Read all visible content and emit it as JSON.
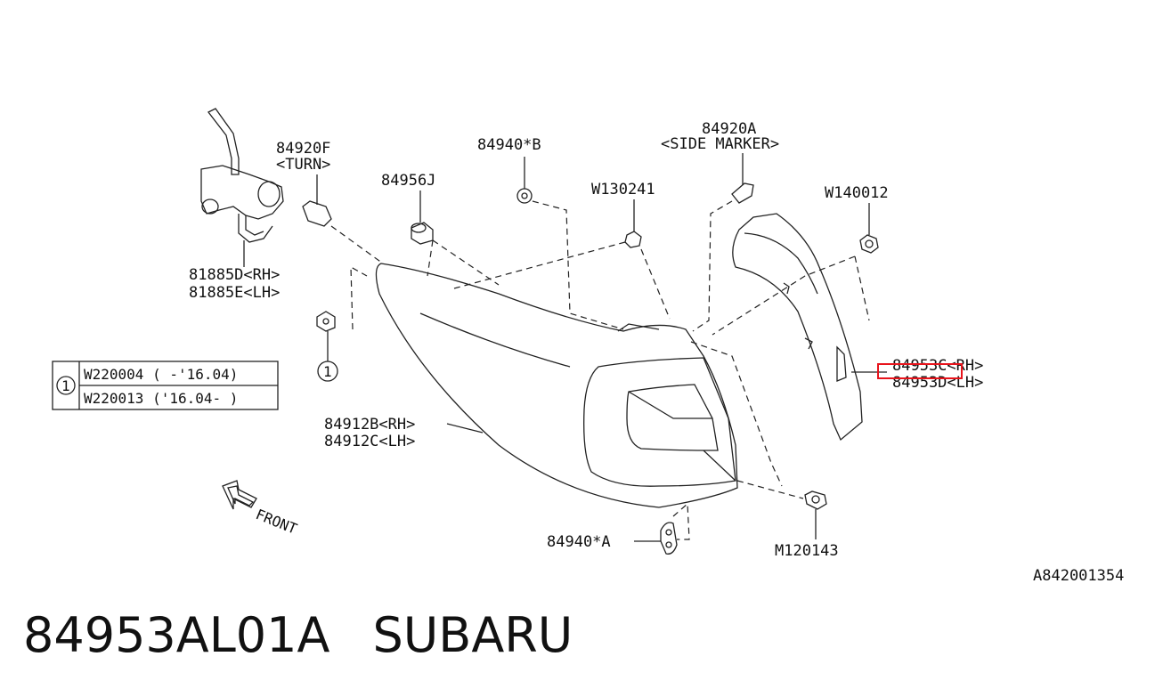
{
  "labels": {
    "p84920F": "84920F",
    "turn": "<TURN>",
    "p84956J": "84956J",
    "p84940B": "84940*B",
    "w130241": "W130241",
    "p84920A": "84920A",
    "side_marker": "<SIDE MARKER>",
    "w140012": "W140012",
    "p81885D": "81885D<RH>",
    "p81885E": "81885E<LH>",
    "p84953C": "84953C<RH>",
    "p84953D": "84953D<LH>",
    "p84912B": "84912B<RH>",
    "p84912C": "84912C<LH>",
    "p84940A": "84940*A",
    "m120143": "M120143",
    "front": "FRONT",
    "callout_1": "1",
    "diagram_code": "A842001354"
  },
  "ref_table": {
    "marker": "1",
    "rows": [
      "W220004 ( -'16.04)",
      "W220013 ('16.04- )"
    ]
  },
  "highlight_color": "#e8141c",
  "footer": {
    "part_number": "84953AL01A",
    "brand": "SUBARU"
  }
}
